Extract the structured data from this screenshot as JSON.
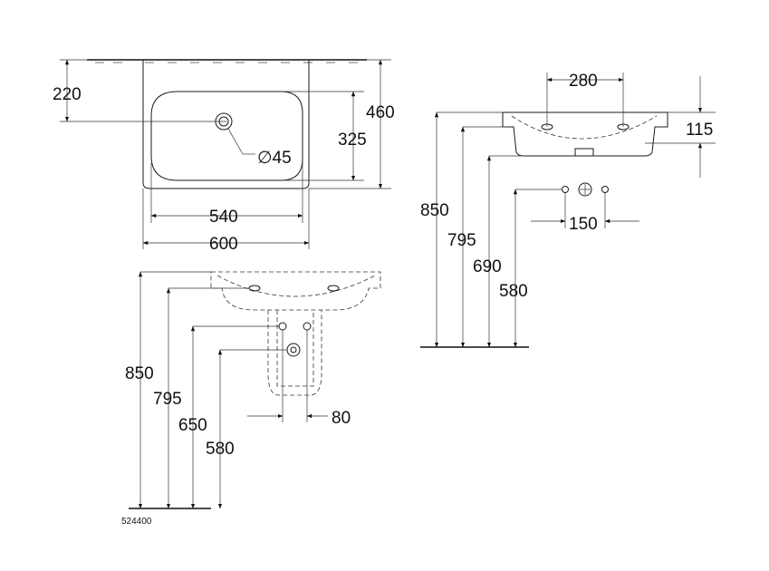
{
  "drawing_code": "524400",
  "top_view": {
    "dim_220": "220",
    "dim_460": "460",
    "dim_325": "325",
    "dim_tap_hole": "∅45",
    "dim_540": "540",
    "dim_600": "600"
  },
  "side_view_right": {
    "dim_280": "280",
    "dim_115": "115",
    "dim_850": "850",
    "dim_795": "795",
    "dim_690": "690",
    "dim_580": "580",
    "dim_150": "150"
  },
  "front_view_bottom": {
    "dim_850": "850",
    "dim_795": "795",
    "dim_650": "650",
    "dim_580": "580",
    "dim_80": "80"
  }
}
